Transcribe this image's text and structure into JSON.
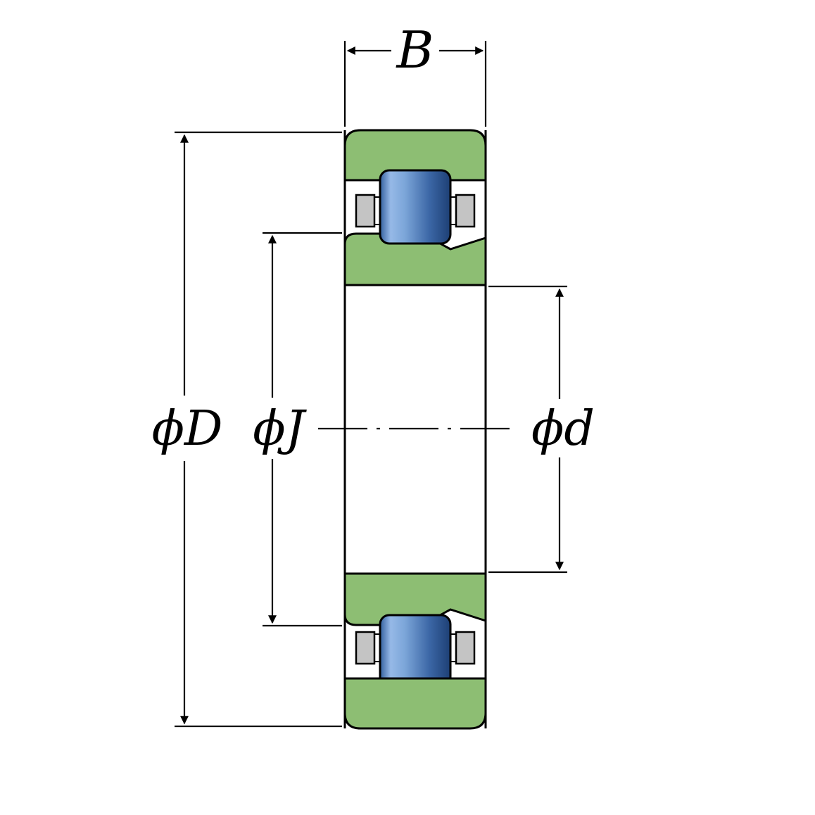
{
  "figure": {
    "type": "bearing-cross-section-technical-drawing",
    "background_color": "#ffffff",
    "colors": {
      "ring_fill": "#8dbe73",
      "outline": "#000000",
      "cage_fill": "#c4c4c4",
      "roller_left": "#33609f",
      "roller_highlight": "#96b9e7",
      "roller_mid": "#7ca6d9",
      "roller_shade": "#3c67a6",
      "roller_edge_dark": "#1d3f74"
    },
    "dimensions": {
      "width_label": "B",
      "outer_diameter_label": "ϕD",
      "raceway_diameter_label": "ϕJ",
      "bore_diameter_label": "ϕd"
    }
  }
}
